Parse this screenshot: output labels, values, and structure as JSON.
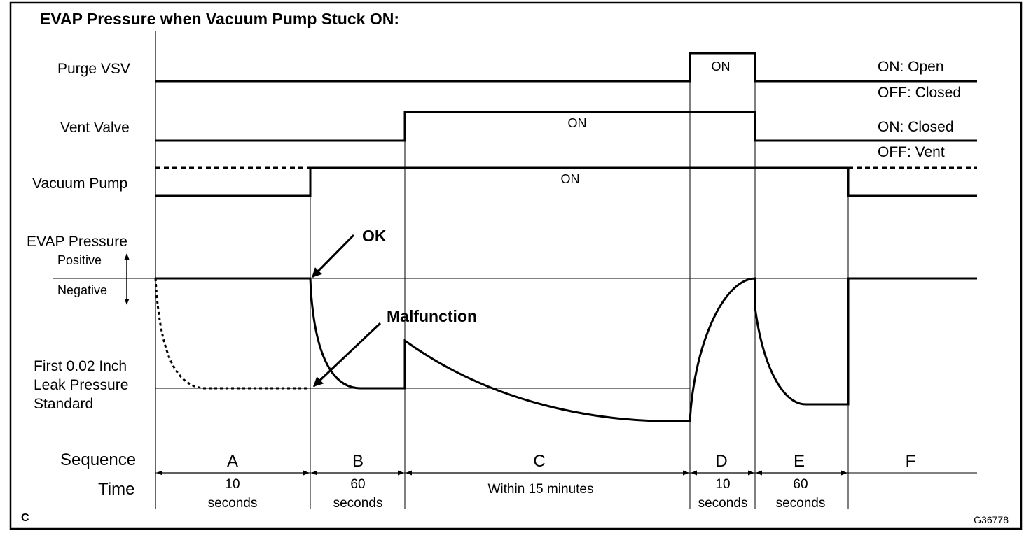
{
  "title": "EVAP Pressure when Vacuum Pump Stuck ON:",
  "signals": {
    "purge_vsv": {
      "label": "Purge VSV",
      "on_text": "ON",
      "legend_on": "ON: Open",
      "legend_off": "OFF: Closed"
    },
    "vent_valve": {
      "label": "Vent Valve",
      "on_text": "ON",
      "legend_on": "ON: Closed",
      "legend_off": "OFF: Vent"
    },
    "vacuum_pump": {
      "label": "Vacuum Pump",
      "on_text": "ON"
    }
  },
  "pressure": {
    "label": "EVAP Pressure",
    "positive": "Positive",
    "negative": "Negative",
    "ok": "OK",
    "malfunction": "Malfunction",
    "standard_line1": "First 0.02 Inch",
    "standard_line2": "Leak Pressure",
    "standard_line3": "Standard"
  },
  "sequence": {
    "label": "Sequence",
    "time_label": "Time",
    "phases": [
      {
        "id": "A",
        "time1": "10",
        "time2": "seconds"
      },
      {
        "id": "B",
        "time1": "60",
        "time2": "seconds"
      },
      {
        "id": "C",
        "time1": "Within 15 minutes",
        "time2": ""
      },
      {
        "id": "D",
        "time1": "10",
        "time2": "seconds"
      },
      {
        "id": "E",
        "time1": "60",
        "time2": "seconds"
      },
      {
        "id": "F",
        "time1": "",
        "time2": ""
      }
    ]
  },
  "corner_left": "C",
  "figure_code": "G36778"
}
